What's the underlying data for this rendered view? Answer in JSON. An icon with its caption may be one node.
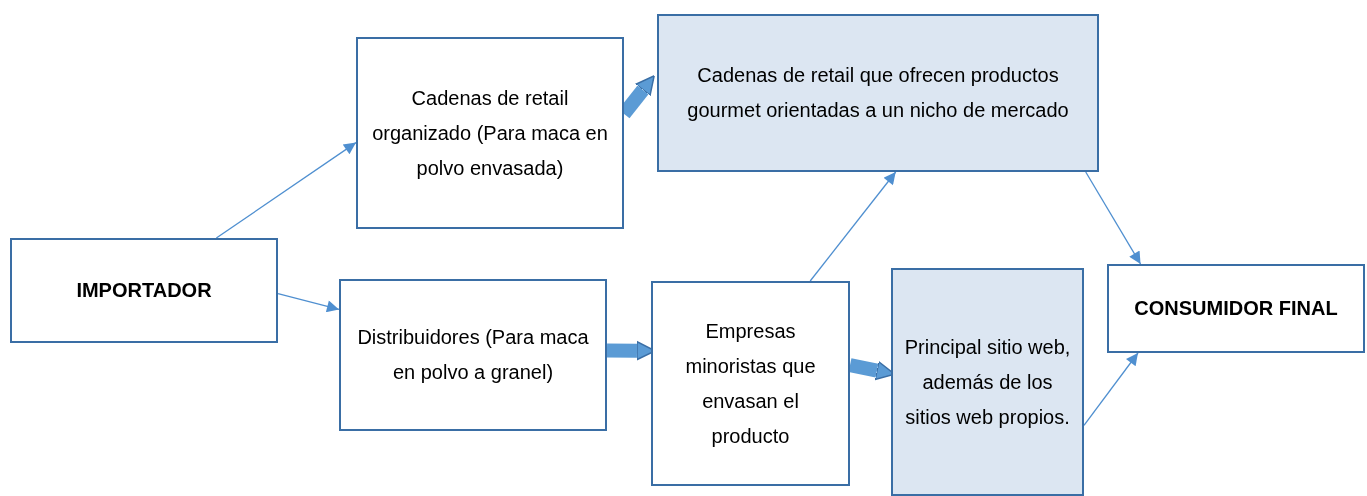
{
  "diagram": {
    "nodes": [
      {
        "text": [
          "IMPORTADOR"
        ]
      },
      {
        "text": [
          "Cadenas de retail organizado (Para maca en polvo envasada)"
        ]
      },
      {
        "text": [
          "Cadenas de retail que ofrecen productos gourmet orientadas a un nicho de mercado"
        ]
      },
      {
        "text": [
          "Distribuidores (Para maca en polvo a granel)"
        ]
      },
      {
        "text": [
          "Empresas minoristas que envasan el producto"
        ]
      },
      {
        "text": [
          "Principal sitio web, además de los sitios web propios."
        ]
      },
      {
        "text": [
          "CONSUMIDOR FINAL"
        ]
      }
    ],
    "edges": [
      {
        "from": 0,
        "to": 1,
        "arrow": "to"
      },
      {
        "from": 0,
        "to": 3,
        "arrow": "to"
      },
      {
        "from": 1,
        "to": 2,
        "arrow": "to",
        "style": "thick"
      },
      {
        "from": 3,
        "to": 4,
        "arrow": "to",
        "style": "thick"
      },
      {
        "from": 4,
        "to": 2,
        "arrow": "to"
      },
      {
        "from": 4,
        "to": 5,
        "arrow": "to",
        "style": "thick"
      },
      {
        "from": 2,
        "to": 6,
        "arrow": "to"
      },
      {
        "from": 5,
        "to": 6,
        "arrow": "to"
      }
    ]
  }
}
